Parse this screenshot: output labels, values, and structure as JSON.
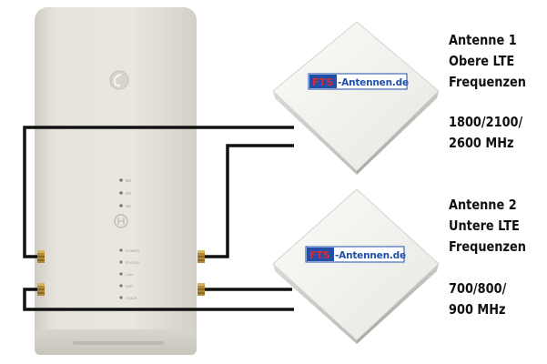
{
  "router": {
    "led_labels_top": [
      "5G",
      "4G",
      "3G"
    ],
    "led_labels_bottom": [
      "POWER",
      "STATUS",
      "LAN",
      "WIFI",
      "VOICE"
    ]
  },
  "antennas": [
    {
      "brand": "FTS-Antennen.de",
      "label_lines": [
        "Antenne 1",
        "Obere LTE",
        "Frequenzen"
      ],
      "band_lines": [
        "1800/2100/",
        "2600 MHz"
      ]
    },
    {
      "brand": "FTS-Antennen.de",
      "label_lines": [
        "Antenne 2",
        "Untere LTE",
        "Frequenzen"
      ],
      "band_lines": [
        "700/800/",
        "900 MHz"
      ]
    }
  ],
  "colors": {
    "router_body": "#e4e1da",
    "antenna_body": "#efefec",
    "brand_blue": "#1f4fa8",
    "brand_red": "#e3262d",
    "cable": "#111111"
  }
}
